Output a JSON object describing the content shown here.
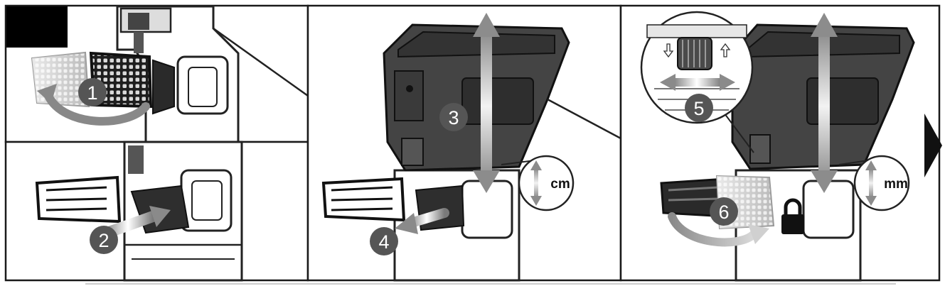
{
  "steps": [
    "1",
    "2",
    "3",
    "4",
    "5",
    "6"
  ],
  "units": {
    "cm": "cm",
    "mm": "mm"
  },
  "colors": {
    "panel_border": "#1a1a1a",
    "tool_dark": "#3c3c3c",
    "tool_mid": "#6e6e6e",
    "step_badge": "#555555",
    "arrow_grey": "#9a9a9a",
    "ghost_grey": "#c8c8c8"
  },
  "icons": [
    "curved-arrow-icon",
    "push-arrow-icon",
    "pull-arrow-icon",
    "vertical-double-arrow-icon",
    "horizontal-double-arrow-icon",
    "lock-icon",
    "next-page-triangle-icon"
  ]
}
